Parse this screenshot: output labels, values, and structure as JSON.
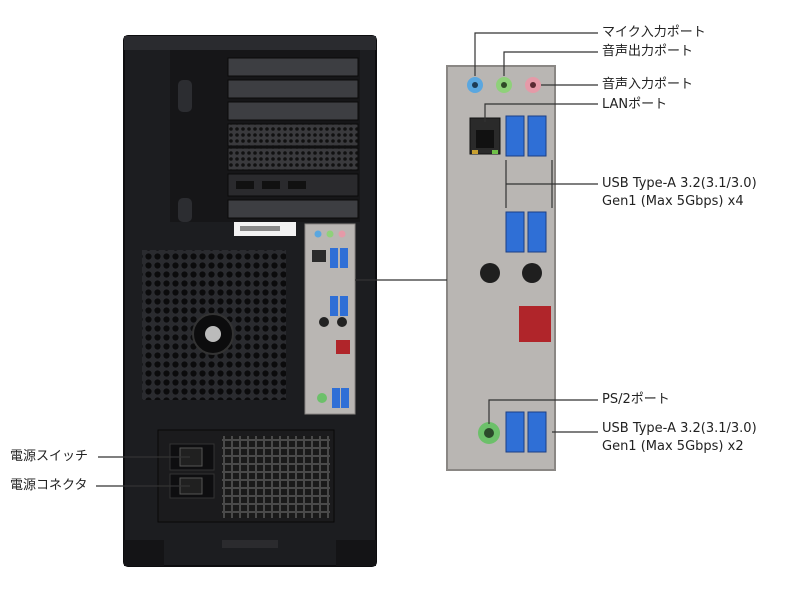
{
  "labels": {
    "mic_port": "マイク入力ポート",
    "audio_out_port": "音声出力ポート",
    "audio_in_port": "音声入力ポート",
    "lan_port": "LANポート",
    "usb_top_line1": "USB Type-A 3.2(3.1/3.0)",
    "usb_top_line2": "Gen1 (Max 5Gbps) x4",
    "ps2_port": "PS/2ポート",
    "usb_bottom_line1": "USB Type-A 3.2(3.1/3.0)",
    "usb_bottom_line2": "Gen1 (Max 5Gbps) x2",
    "power_switch": "電源スイッチ",
    "power_connector": "電源コネクタ"
  },
  "colors": {
    "case": "#1c1d20",
    "case_edge": "#0d0d0f",
    "io_shield": "#b9b6b3",
    "usb_blue": "#2f6fd6",
    "mic_pink": "#e59aa8",
    "line_green": "#8fd17a",
    "line_in_blue": "#5aa7e0",
    "ps2_green": "#6cc06a",
    "leader": "#333333"
  }
}
